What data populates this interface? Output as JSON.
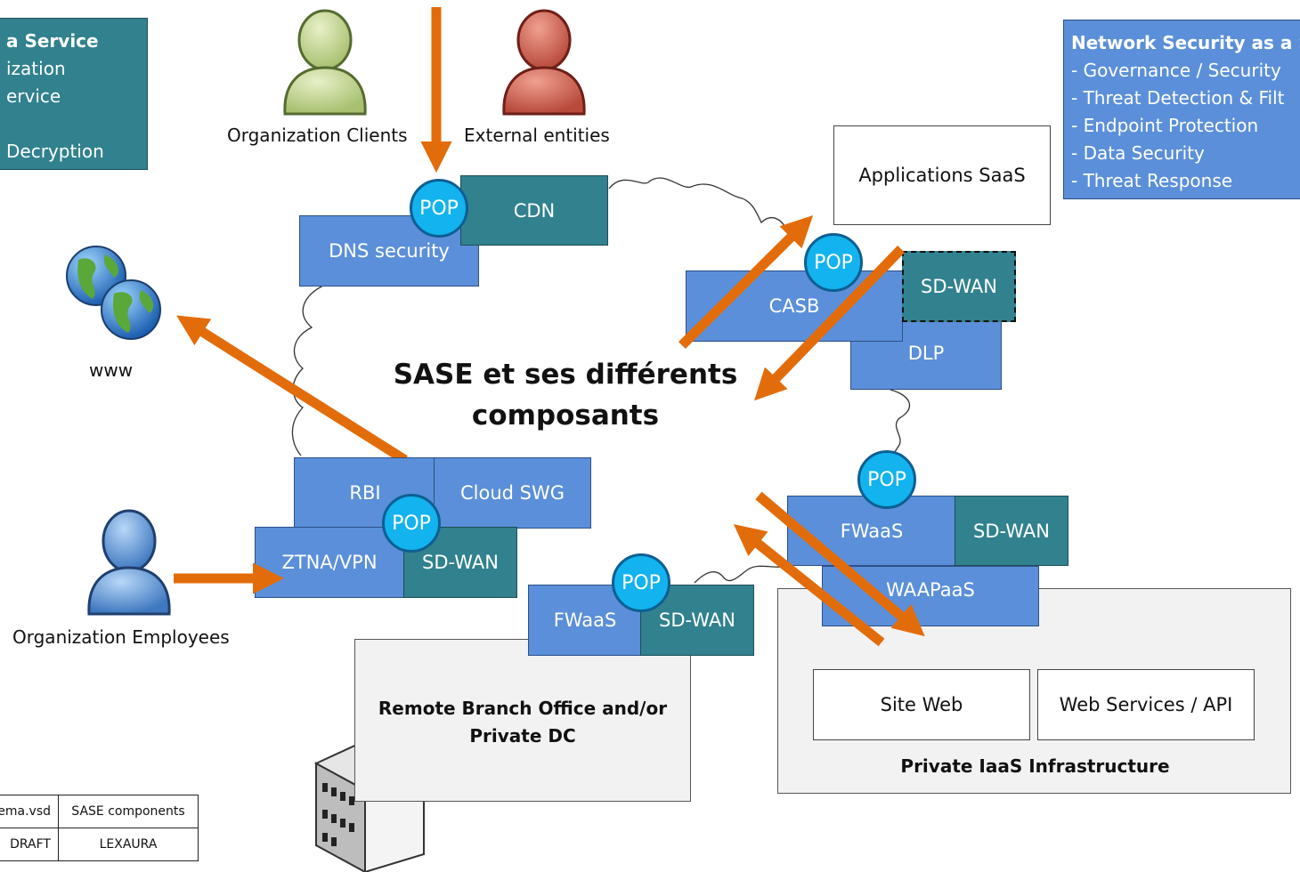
{
  "title": "SASE et ses différents composants",
  "left_panel": {
    "lines": [
      "a Service",
      "ization",
      "ervice",
      "",
      "Decryption"
    ]
  },
  "right_panel": {
    "title": "Network Security as a S",
    "lines": [
      "- Governance / Security",
      "- Threat Detection & Filt",
      "- Endpoint Protection",
      "- Data Security",
      "- Threat Response"
    ]
  },
  "actors": {
    "org_clients": "Organization Clients",
    "external": "External entities",
    "employees": "Organization Employees",
    "www": "www"
  },
  "pop_label": "POP",
  "components": {
    "cdn": "CDN",
    "dns_security": "DNS security",
    "applications_saas": "Applications SaaS",
    "casb": "CASB",
    "sdwan": "SD-WAN",
    "dlp": "DLP",
    "rbi": "RBI",
    "cloud_swg": "Cloud SWG",
    "ztna_vpn": "ZTNA/VPN",
    "fwaas": "FWaaS",
    "waapaas": "WAAPaaS",
    "site_web": "Site Web",
    "web_services": "Web Services / API"
  },
  "sites": {
    "remote_branch": "Remote Branch Office and/or Private DC",
    "private_iaas": "Private IaaS Infrastructure"
  },
  "title_block": {
    "file": "ema.vsd",
    "name": "SASE components",
    "status": "DRAFT",
    "author": "LEXAURA"
  },
  "colors": {
    "component_blue": "#5b8fd9",
    "component_teal": "#31818e",
    "pop_cyan": "#12b3ee",
    "arrow_orange": "#e36c0a"
  }
}
